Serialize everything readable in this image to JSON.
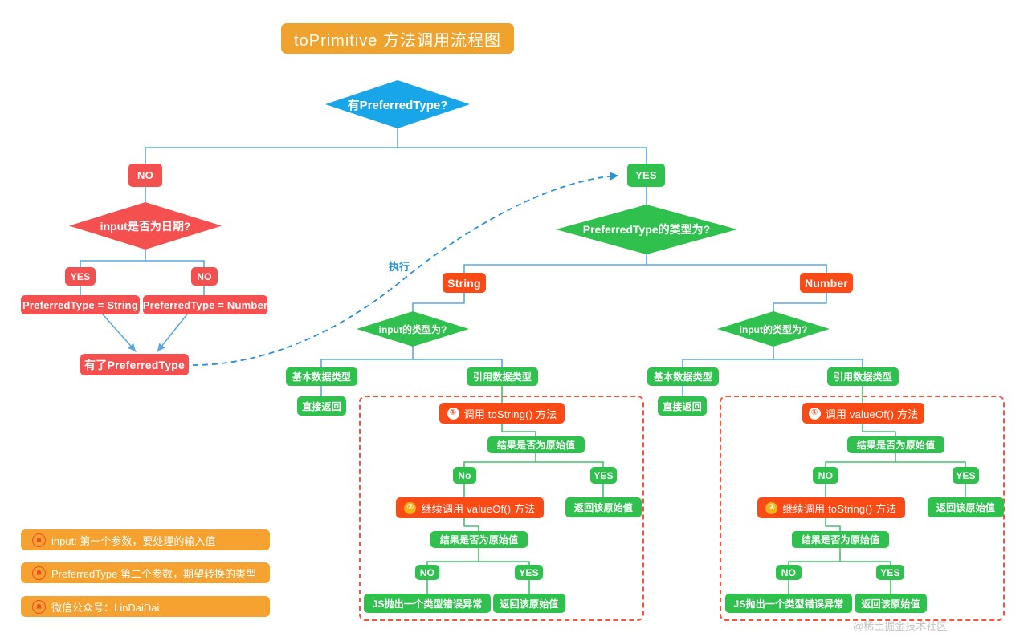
{
  "title": {
    "text": "toPrimitive 方法调用流程图",
    "color": "#f0a22e"
  },
  "colors": {
    "blue": "#18a6e8",
    "red": "#f4504f",
    "green": "#2fc04e",
    "orange": "#fa4b16",
    "legend_orange": "#f5a230",
    "edge_blue": "#5aa9dd",
    "edge_green": "#43c06b",
    "group_dashed": "#f4543b"
  },
  "nodes": {
    "root_decision": "有PreferredType?",
    "no_branch_label": "NO",
    "yes_branch_label": "YES",
    "is_date_decision": "input是否为日期?",
    "date_yes_label": "YES",
    "date_no_label": "NO",
    "preferred_string": "PreferredType = String",
    "preferred_number": "PreferredType = Number",
    "has_preferred": "有了PreferredType",
    "exec_label": "执行",
    "preferred_type_decision": "PreferredType的类型为?",
    "type_string": "String",
    "type_number": "Number"
  },
  "string_branch": {
    "input_type_decision": "input的类型为?",
    "primitive_label": "基本数据类型",
    "primitive_result": "直接返回",
    "reference_label": "引用数据类型",
    "step1_badge": "①",
    "step1": "调用 toString() 方法",
    "check1": "结果是否为原始值",
    "check1_no": "No",
    "check1_yes": "YES",
    "check1_yes_result": "返回该原始值",
    "step2_badge": "②",
    "step2": "继续调用 valueOf() 方法",
    "check2": "结果是否为原始值",
    "check2_no": "NO",
    "check2_yes": "YES",
    "check2_no_result": "JS抛出一个类型错误异常",
    "check2_yes_result": "返回该原始值"
  },
  "number_branch": {
    "input_type_decision": "input的类型为?",
    "primitive_label": "基本数据类型",
    "primitive_result": "直接返回",
    "reference_label": "引用数据类型",
    "step1_badge": "①",
    "step1": "调用 valueOf() 方法",
    "check1": "结果是否为原始值",
    "check1_no": "NO",
    "check1_yes": "YES",
    "check1_yes_result": "返回该原始值",
    "step2_badge": "②",
    "step2": "继续调用 toString() 方法",
    "check2": "结果是否为原始值",
    "check2_no": "NO",
    "check2_yes": "YES",
    "check2_no_result": "JS抛出一个类型错误异常",
    "check2_yes_result": "返回该原始值"
  },
  "legend": [
    {
      "icon": "bell-icon",
      "text": "input: 第一个参数，要处理的输入值"
    },
    {
      "icon": "bell-icon",
      "text": "PreferredType 第二个参数，期望转换的类型"
    },
    {
      "icon": "bell-icon",
      "text": "微信公众号：LinDaiDai"
    }
  ],
  "watermark": "@稀土掘金技术社区"
}
